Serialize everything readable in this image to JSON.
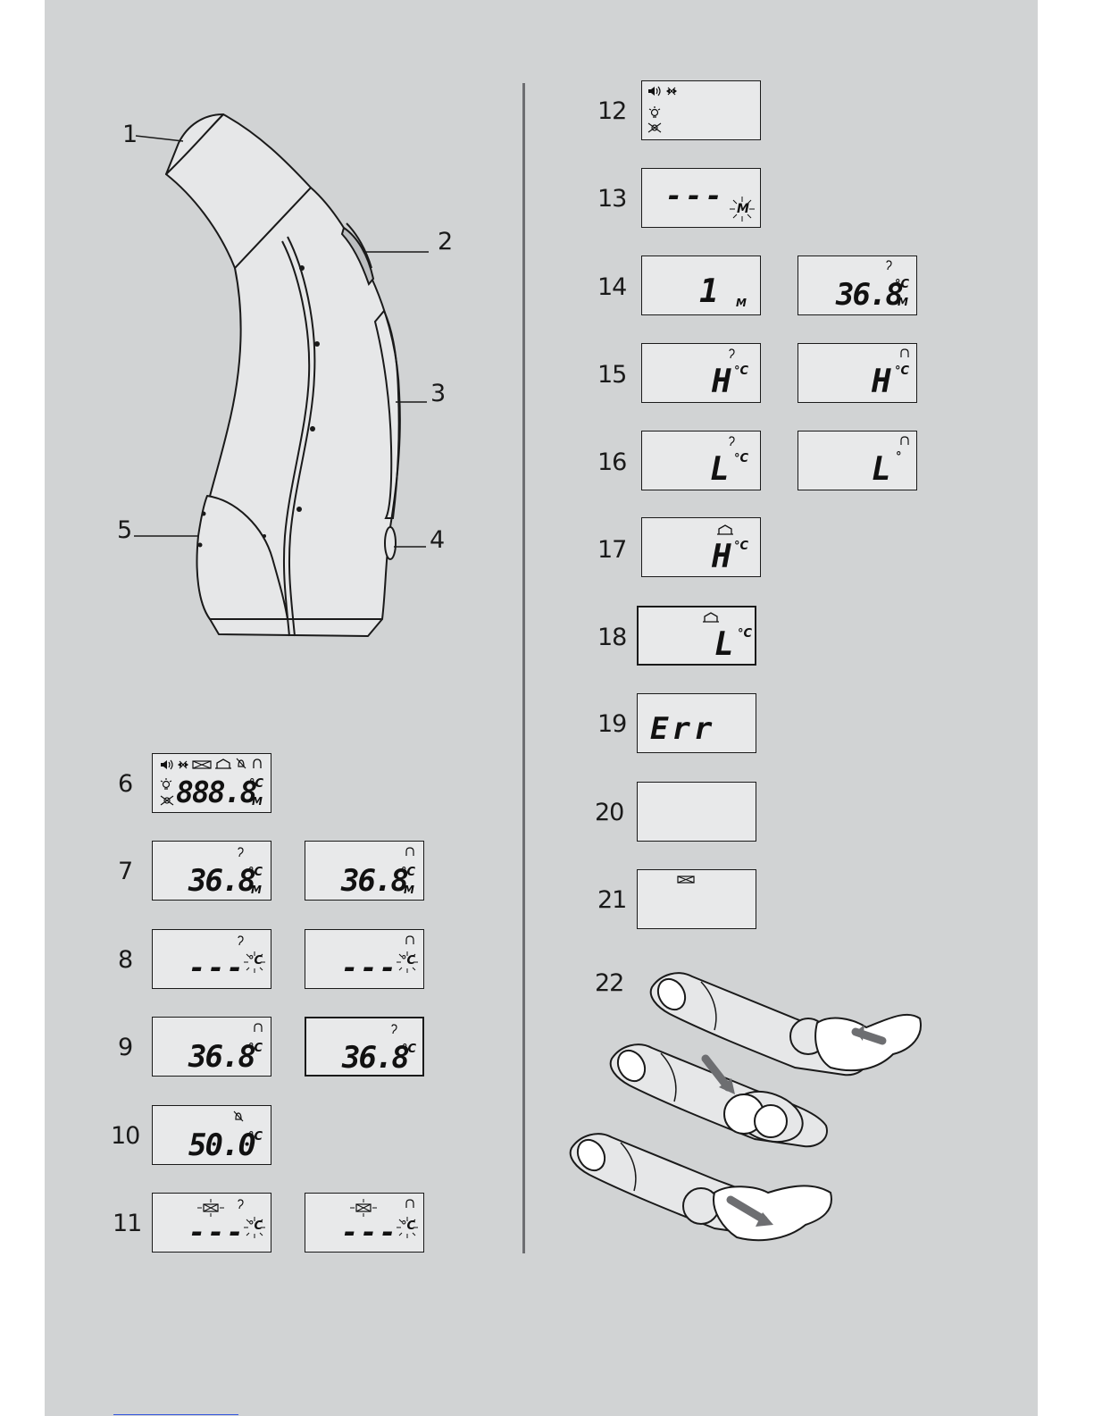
{
  "labels": {
    "fig_1": "1",
    "fig_2": "2",
    "fig_3": "3",
    "fig_4": "4",
    "fig_5": "5",
    "fig_6": "6",
    "fig_7": "7",
    "fig_8": "8",
    "fig_9": "9",
    "fig_10": "10",
    "fig_11": "11",
    "fig_12": "12",
    "fig_13": "13",
    "fig_14": "14",
    "fig_15": "15",
    "fig_16": "16",
    "fig_17": "17",
    "fig_18": "18",
    "fig_19": "19",
    "fig_20": "20",
    "fig_21": "21",
    "fig_22": "22"
  },
  "displays": {
    "d6": {
      "reading": "888.8",
      "unit": "°C",
      "mode": "M",
      "icons": [
        "speaker-icon",
        "mute-icon",
        "battery-icon",
        "home-icon",
        "crossed-bell-icon",
        "ear-icon",
        "backlight-on-icon",
        "backlight-off-icon"
      ]
    },
    "d7a": {
      "reading": "36.8",
      "unit": "°C",
      "mode": "M",
      "icon": "ear-icon"
    },
    "d7b": {
      "reading": "36.8",
      "unit": "°C",
      "mode": "M",
      "icon": "forehead-icon"
    },
    "d8a": {
      "reading": "---",
      "unit": "°C",
      "icon": "ear-icon"
    },
    "d8b": {
      "reading": "---",
      "unit": "°C",
      "icon": "forehead-icon"
    },
    "d9a": {
      "reading": "36.8",
      "unit": "°C",
      "icon": "forehead-icon"
    },
    "d9b": {
      "reading": "36.8",
      "unit": "°C",
      "icon": "ear-icon"
    },
    "d10": {
      "reading": "50.0",
      "unit": "°C",
      "icon": "crossed-bell-icon"
    },
    "d11a": {
      "reading": "---",
      "unit": "°C",
      "icon": "ear-icon"
    },
    "d11b": {
      "reading": "---",
      "unit": "°C",
      "icon": "forehead-icon"
    },
    "d12": {
      "icons": [
        "speaker-icon",
        "mute-icon",
        "backlight-on-icon",
        "backlight-off-icon"
      ]
    },
    "d13": {
      "reading": "---",
      "mode": "M"
    },
    "d14a": {
      "reading": "1",
      "mode": "M"
    },
    "d14b": {
      "reading": "36.8",
      "unit": "°C",
      "mode": "M",
      "icon": "ear-icon"
    },
    "d15a": {
      "reading": "H",
      "unit": "°C",
      "icon": "ear-icon"
    },
    "d15b": {
      "reading": "H",
      "unit": "°C",
      "icon": "forehead-icon"
    },
    "d16a": {
      "reading": "L",
      "unit": "°C",
      "icon": "ear-icon"
    },
    "d16b": {
      "reading": "L",
      "unit": "°",
      "icon": "forehead-icon"
    },
    "d17": {
      "reading": "H",
      "unit": "°C",
      "icon": "home-icon"
    },
    "d18": {
      "reading": "L",
      "unit": "°C",
      "icon": "home-icon"
    },
    "d19": {
      "reading": "Err"
    },
    "d20": {
      "reading": ""
    },
    "d21": {
      "icon": "battery-icon"
    }
  }
}
